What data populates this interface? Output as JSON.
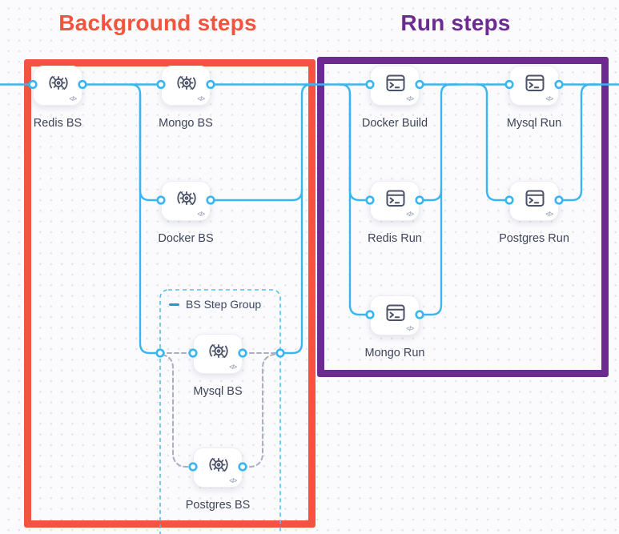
{
  "titles": {
    "background": "Background steps",
    "run": "Run steps"
  },
  "colors": {
    "background_accent": "#f4533f",
    "run_accent": "#6d2b90",
    "wire": "#39b6f2",
    "wire_dashed": "#a9aec2",
    "group_border": "#55bce9",
    "label_text": "#3e4558"
  },
  "step_group": {
    "label": "BS Step Group"
  },
  "node_badge": "</>",
  "nodes": {
    "redis_bs": {
      "label": "Redis BS",
      "type": "background-step"
    },
    "mongo_bs": {
      "label": "Mongo BS",
      "type": "background-step"
    },
    "docker_bs": {
      "label": "Docker BS",
      "type": "background-step"
    },
    "mysql_bs": {
      "label": "Mysql BS",
      "type": "background-step"
    },
    "postgres_bs": {
      "label": "Postgres BS",
      "type": "background-step"
    },
    "docker_build": {
      "label": "Docker Build",
      "type": "run-step"
    },
    "mysql_run": {
      "label": "Mysql Run",
      "type": "run-step"
    },
    "redis_run": {
      "label": "Redis Run",
      "type": "run-step"
    },
    "postgres_run": {
      "label": "Postgres Run",
      "type": "run-step"
    },
    "mongo_run": {
      "label": "Mongo Run",
      "type": "run-step"
    }
  }
}
